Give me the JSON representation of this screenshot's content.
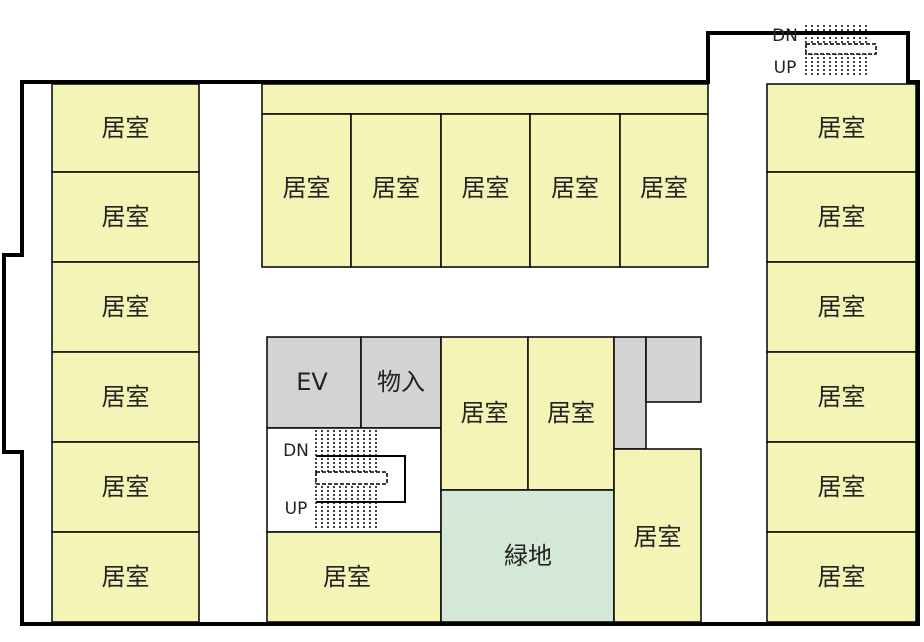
{
  "labels": {
    "room": "居室",
    "elevator": "EV",
    "storage": "物入",
    "green_space": "緑地",
    "stair_down": "DN",
    "stair_up": "UP"
  },
  "colors": {
    "room_fill": "#F3F4B5",
    "utility_fill": "#D3D3D3",
    "green_fill": "#D3E8D7",
    "wall": "#000000",
    "corridor": "#FFFFFF"
  },
  "icons": [
    "stair-icon"
  ]
}
